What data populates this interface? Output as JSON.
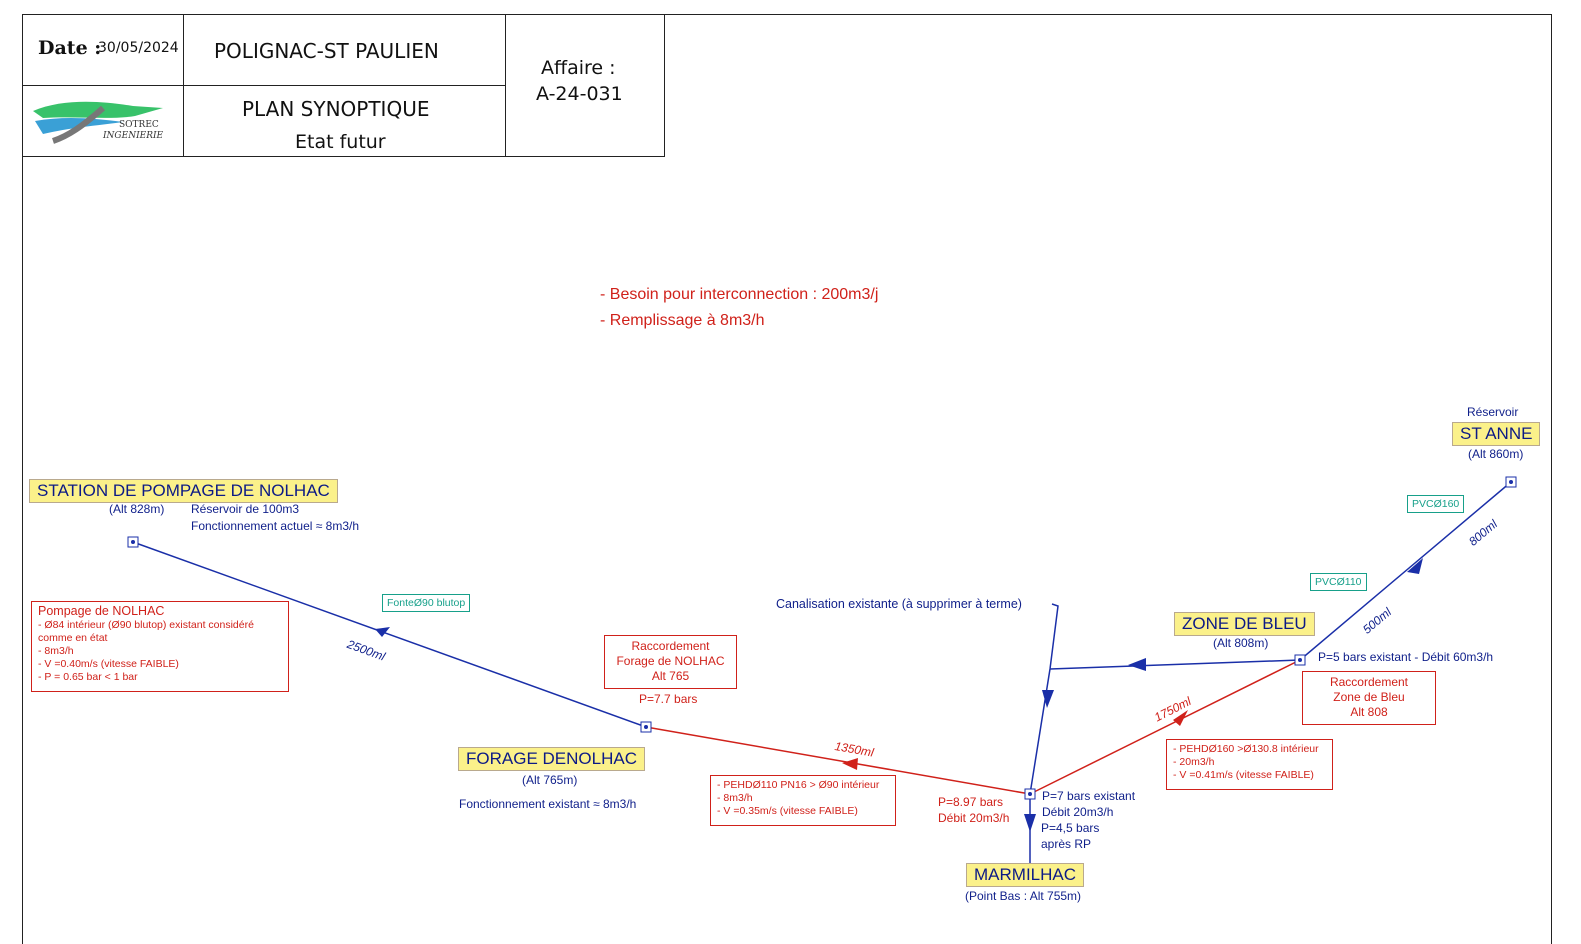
{
  "title_block": {
    "date_label": "Date :",
    "date_value": "30/05/2024",
    "project": "POLIGNAC-ST PAULIEN",
    "plan_title": "PLAN SYNOPTIQUE",
    "plan_subtitle": "Etat futur",
    "affaire_label": "Affaire :",
    "affaire_value": "A-24-031",
    "logo_text_1": "SOTREC",
    "logo_text_2": "INGENIERIE"
  },
  "notes": {
    "line1": "- Besoin pour interconnection : 200m3/j",
    "line2": "- Remplissage à 8m3/h"
  },
  "stations": {
    "nolhac_station": {
      "name": "STATION DE POMPAGE DE NOLHAC",
      "alt": "(Alt 828m)",
      "info1": "Réservoir de 100m3",
      "info2": "Fonctionnement actuel ≈ 8m3/h"
    },
    "st_anne": {
      "pre": "Réservoir",
      "name": "ST ANNE",
      "alt": "(Alt 860m)"
    },
    "zone_bleu": {
      "name": "ZONE DE BLEU",
      "alt": "(Alt 808m)",
      "pressure": "P=5 bars existant - Débit 60m3/h"
    },
    "forage": {
      "name": "FORAGE DENOLHAC",
      "alt": "(Alt 765m)",
      "info": "Fonctionnement existant ≈ 8m3/h"
    },
    "marmilhac": {
      "name": "MARMILHAC",
      "alt": "(Point Bas : Alt 755m)"
    }
  },
  "boxes": {
    "pompage": {
      "title": "Pompage de NOLHAC",
      "lines": [
        "- Ø84 intérieur (Ø90 blutop) existant considéré",
        "comme en état",
        "- 8m3/h",
        "- V =0.40m/s  (vitesse FAIBLE)",
        "- P = 0.65 bar < 1 bar"
      ]
    },
    "raccord_forage": {
      "lines": [
        "Raccordement",
        "Forage de NOLHAC",
        "Alt 765"
      ]
    },
    "raccord_bleu": {
      "lines": [
        "Raccordement",
        "Zone de Bleu",
        "Alt 808"
      ]
    },
    "pehd110": {
      "lines": [
        "- PEHDØ110 PN16 > Ø90 intérieur",
        "- 8m3/h",
        "- V =0.35m/s  (vitesse FAIBLE)"
      ]
    },
    "pehd160": {
      "lines": [
        "- PEHDØ160 >Ø130.8 intérieur",
        "- 20m3/h",
        "- V =0.41m/s  (vitesse FAIBLE)"
      ]
    }
  },
  "labels": {
    "p77": "P=7.7 bars",
    "p897_1": "P=8.97 bars",
    "p897_2": "Débit 20m3/h",
    "p7_1": "P=7 bars existant",
    "p7_2": "Débit 20m3/h",
    "p45_1": "P=4,5 bars",
    "p45_2": "après RP",
    "canal": "Canalisation existante (à supprimer à terme)",
    "fonte": "FonteØ90 blutop",
    "pvc160": "PVCØ160",
    "pvc110": "PVCØ110",
    "len2500": "2500ml",
    "len1350": "1350ml",
    "len1750": "1750ml",
    "len500": "500ml",
    "len800": "800ml"
  },
  "colors": {
    "pipe_blue": "#1a2fa8",
    "pipe_red": "#d0211a",
    "label_yellow": "#fbf18a",
    "teal": "#17a08a"
  }
}
